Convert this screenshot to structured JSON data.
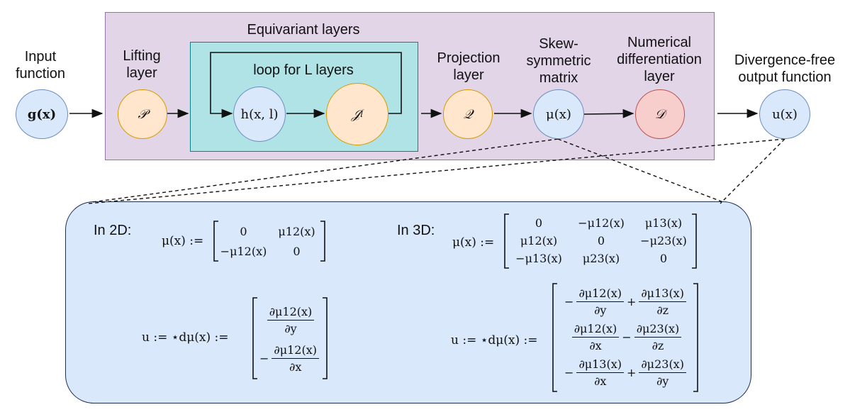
{
  "labels": {
    "input_function": [
      "Input",
      "function"
    ],
    "lifting_layer": [
      "Lifting",
      "layer"
    ],
    "equivariant_layers": "Equivariant layers",
    "loop": "loop for L layers",
    "projection_layer": [
      "Projection",
      "layer"
    ],
    "skew_matrix": [
      "Skew-",
      "symmetric",
      "matrix"
    ],
    "numerical_diff": [
      "Numerical",
      "differentiation",
      "layer"
    ],
    "output_function": [
      "Divergence-free",
      "output function"
    ]
  },
  "nodes": {
    "g": "g(x)",
    "P": "𝒫",
    "h": "h(x, l)",
    "J": "𝒥",
    "J_sub": "l",
    "Q": "𝒬",
    "mu": "μ(x)",
    "D": "𝒟",
    "u": "u(x)"
  },
  "panel": {
    "in2d": "In 2D:",
    "in3d": "In 3D:",
    "mu_def": "μ(x) :=",
    "u_def": "u := ⋆dμ(x) :=",
    "m2": [
      [
        "0",
        "μ12(x)"
      ],
      [
        "−μ12(x)",
        "0"
      ]
    ],
    "m3": [
      [
        "0",
        "−μ12(x)",
        "μ13(x)"
      ],
      [
        "μ12(x)",
        "0",
        "−μ23(x)"
      ],
      [
        "−μ13(x)",
        "μ23(x)",
        "0"
      ]
    ],
    "u2": [
      {
        "sign": "",
        "num": "∂μ12(x)",
        "den": "∂y"
      },
      {
        "sign": "−",
        "num": "∂μ12(x)",
        "den": "∂x"
      }
    ],
    "u3": [
      {
        "s1": "−",
        "n1": "∂μ12(x)",
        "d1": "∂y",
        "op": "+",
        "n2": "∂μ13(x)",
        "d2": "∂z"
      },
      {
        "s1": "",
        "n1": "∂μ12(x)",
        "d1": "∂x",
        "op": "−",
        "n2": "∂μ23(x)",
        "d2": "∂z"
      },
      {
        "s1": "−",
        "n1": "∂μ13(x)",
        "d1": "∂x",
        "op": "+",
        "n2": "∂μ23(x)",
        "d2": "∂y"
      }
    ]
  },
  "colors": {
    "outer_box": "#e1d5e7",
    "inner_box": "#b0e3e6",
    "panel": "#dae8fc",
    "blue_node": "#dae8fc",
    "orange_node": "#ffe6cc",
    "red_node": "#f8cecc"
  }
}
